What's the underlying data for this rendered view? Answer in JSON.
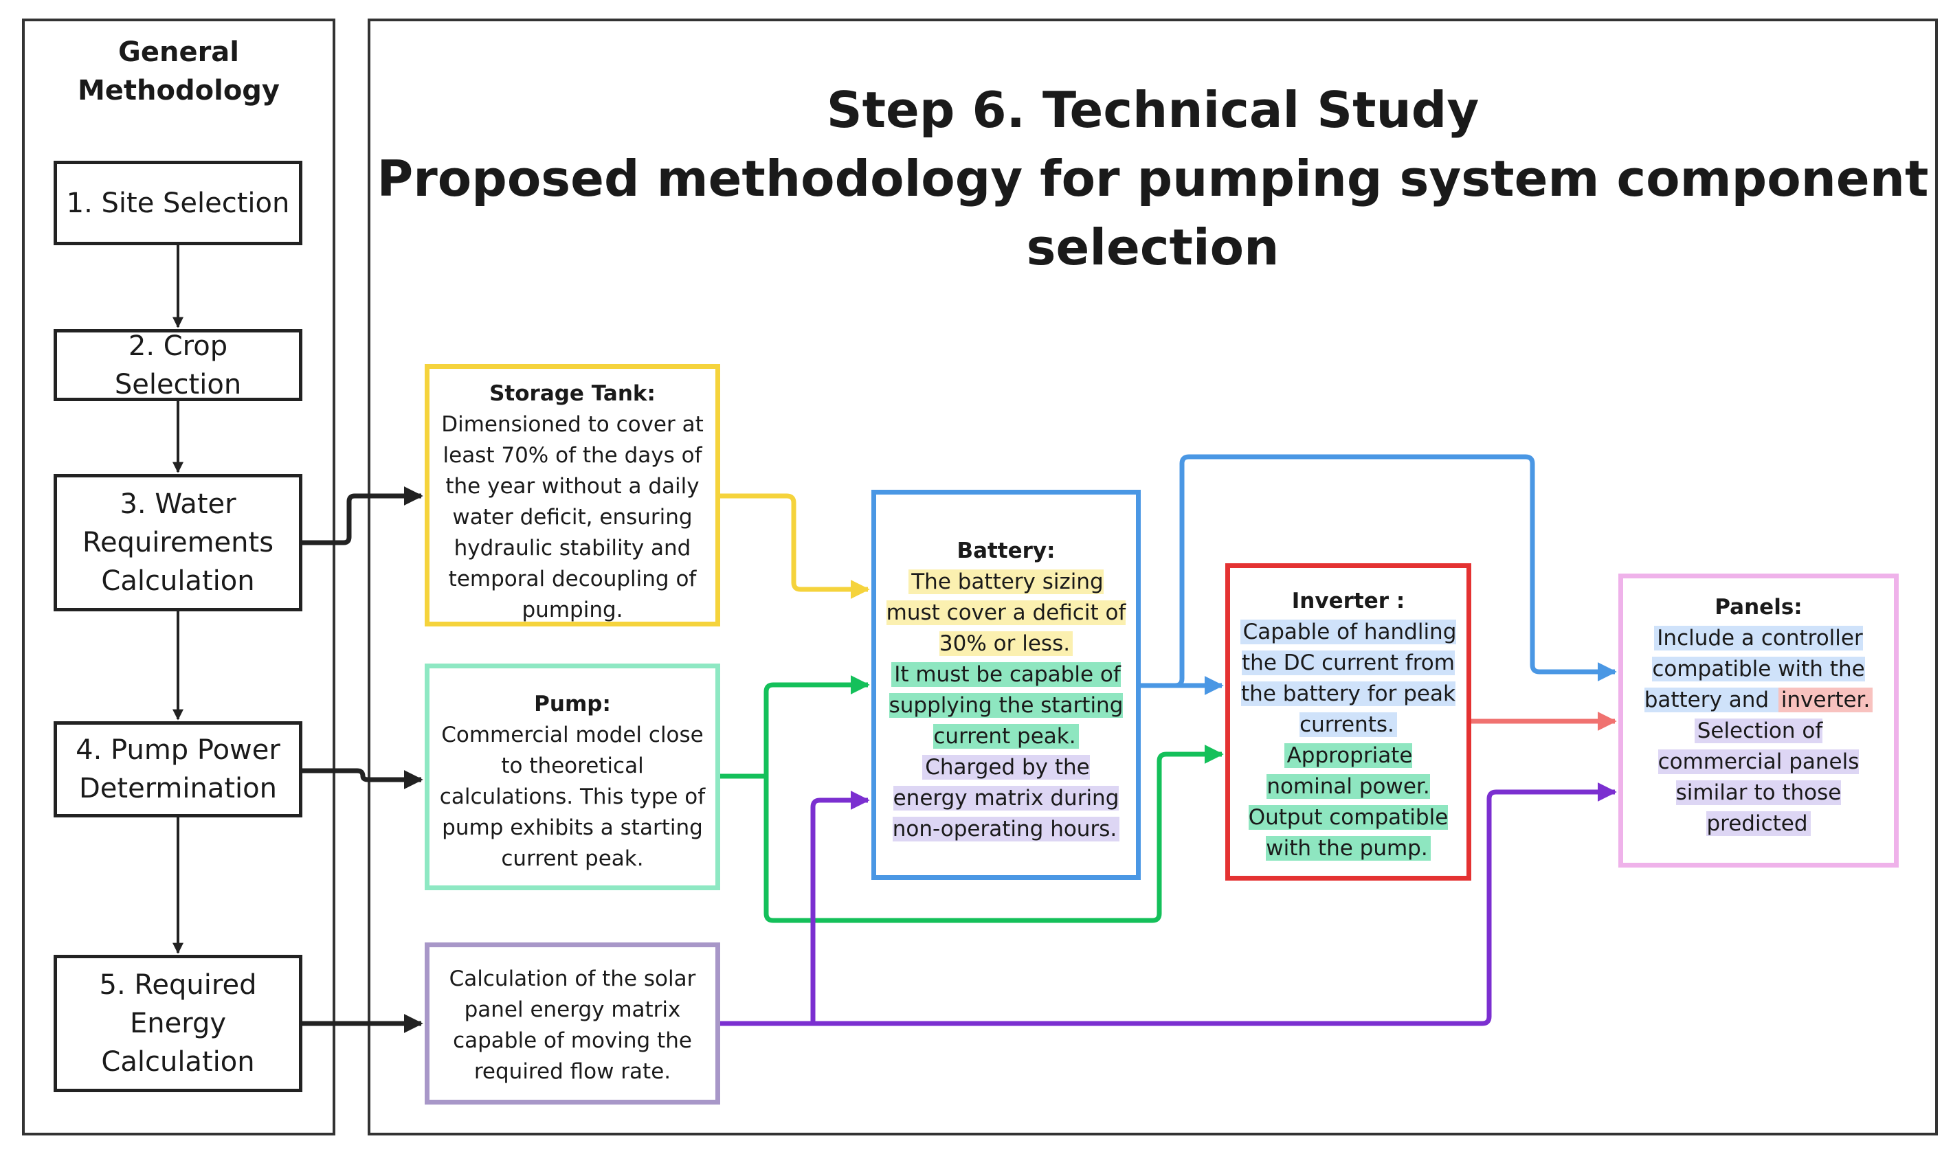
{
  "general": {
    "title": "General\nMethodology",
    "steps": [
      "1. Site Selection",
      "2. Crop Selection",
      "3. Water Requirements Calculation",
      "4. Pump Power Determination",
      "5. Required Energy Calculation"
    ]
  },
  "main": {
    "title_line1": "Step 6. Technical Study",
    "title_line2": "Proposed methodology for pumping system component",
    "title_line3": "selection"
  },
  "storage": {
    "title": "Storage Tank:",
    "text": "Dimensioned to cover at least 70% of the days of the year without a daily water deficit, ensuring hydraulic stability and temporal decoupling of pumping."
  },
  "pump": {
    "title": "Pump:",
    "text": "Commercial model close to theoretical calculations. This type of pump exhibits a starting current peak."
  },
  "calc": {
    "text": "Calculation of the solar panel energy matrix capable of moving the required flow rate."
  },
  "battery": {
    "title": "Battery:",
    "p1": "The battery sizing must cover a deficit of 30% or less.",
    "p2": "It must be capable of supplying the starting current peak.",
    "p3": "Charged by the energy matrix during non-operating hours."
  },
  "inverter": {
    "title": "Inverter :",
    "p1": "Capable of handling the DC current from the battery for peak currents.",
    "p2": "Appropriate nominal power. Output compatible with the pump."
  },
  "panels": {
    "title": "Panels:",
    "p1a": "Include a controller compatible with the battery and ",
    "p1b": "inverter.",
    "p2": "Selection of commercial panels similar to those predicted"
  },
  "colors": {
    "storage": "#f5d33c",
    "pump": "#8ee8c3",
    "calc": "#a897c8",
    "battery": "#4a97e4",
    "inverter": "#e43232",
    "panels": "#efb2ea",
    "green_arrow": "#14c05a",
    "purple_arrow": "#7b2fd0",
    "red_arrow": "#f07270"
  }
}
